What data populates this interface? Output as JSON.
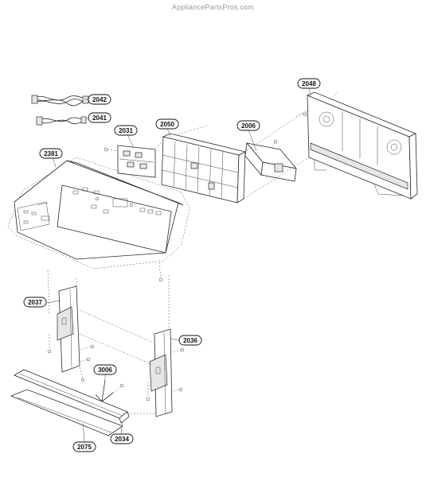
{
  "watermark": "AppliancePartsPros.com",
  "parts": [
    {
      "id": "2042"
    },
    {
      "id": "2041"
    },
    {
      "id": "2031"
    },
    {
      "id": "2050"
    },
    {
      "id": "2006"
    },
    {
      "id": "2048"
    },
    {
      "id": "2381"
    },
    {
      "id": "2037"
    },
    {
      "id": "2036"
    },
    {
      "id": "3006"
    },
    {
      "id": "2075"
    },
    {
      "id": "2034"
    }
  ]
}
